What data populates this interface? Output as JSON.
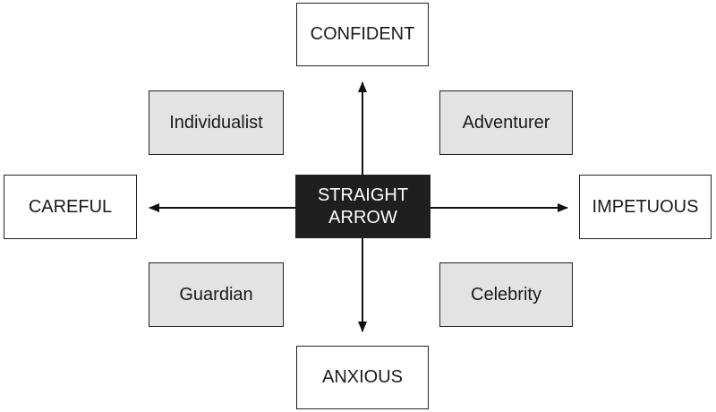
{
  "center": {
    "line1": "STRAIGHT",
    "line2": "ARROW",
    "color": "#1f1f1f"
  },
  "axes": {
    "top": "CONFIDENT",
    "bottom": "ANXIOUS",
    "left": "CAREFUL",
    "right": "IMPETUOUS"
  },
  "quadrants": {
    "top_left": "Individualist",
    "top_right": "Adventurer",
    "bottom_left": "Guardian",
    "bottom_right": "Celebrity",
    "fill_color": "#e3e3e3"
  }
}
